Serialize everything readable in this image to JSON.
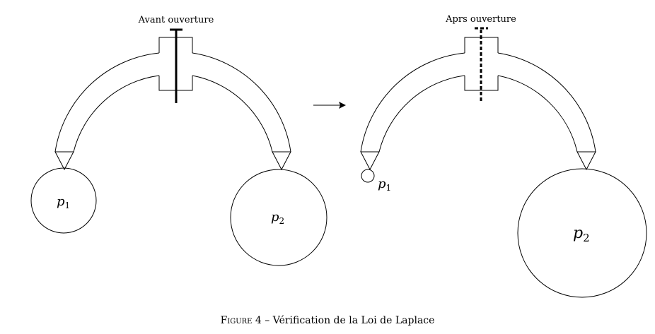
{
  "left_panel": {
    "label": "Avant ouverture",
    "bubble_small": {
      "letter": "p",
      "index": "1"
    },
    "bubble_large": {
      "letter": "p",
      "index": "2"
    }
  },
  "right_panel": {
    "label": "Aprs ouverture",
    "bubble_small": {
      "letter": "p",
      "index": "1"
    },
    "bubble_large": {
      "letter": "p",
      "index": "2"
    }
  },
  "caption": {
    "figure_label": "Figure 4",
    "separator": " – ",
    "text": "Vérification de la Loi de Laplace"
  }
}
